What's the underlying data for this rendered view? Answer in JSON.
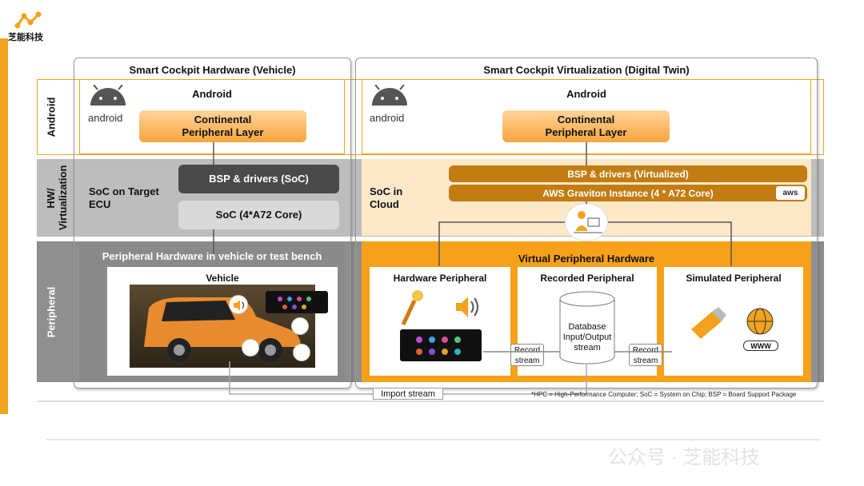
{
  "logo": {
    "text": "芝能科技",
    "icon": "molecule-logo-icon"
  },
  "rows": {
    "android": "Android",
    "hwvirt": "HW/ Virtualization",
    "peripheral": "Peripheral"
  },
  "left": {
    "title": "Smart Cockpit Hardware (Vehicle)",
    "android_title": "Android",
    "android_logo_text": "android",
    "peripheral_layer": "Continental Peripheral Layer",
    "soc_label": "SoC on Target ECU",
    "bsp": "BSP & drivers (SoC)",
    "soc": "SoC (4*A72 Core)",
    "periph_title": "Peripheral Hardware in vehicle or test bench",
    "vehicle_title": "Vehicle"
  },
  "right": {
    "title": "Smart Cockpit Virtualization (Digital Twin)",
    "android_title": "Android",
    "android_logo_text": "android",
    "peripheral_layer": "Continental Peripheral Layer",
    "soc_label": "SoC in Cloud",
    "bsp": "BSP & drivers (Virtualized)",
    "graviton": "AWS Graviton Instance (4 * A72 Core)",
    "aws": "aws",
    "vph_title": "Virtual Peripheral Hardware",
    "hw_periph": "Hardware Peripheral",
    "rec_periph": "Recorded Peripheral",
    "sim_periph": "Simulated Peripheral",
    "database": "Database Input/Output stream",
    "record_stream_1": "Record stream",
    "record_stream_2": "Record stream",
    "www": "WWW"
  },
  "import_stream": "Import stream",
  "footnote": "*HPC = High-Performance Computer; SoC = System on Chip; BSP = Board Support Package",
  "watermark": "公众号 · 芝能科技",
  "colors": {
    "accent": "#f3a21d",
    "bsp_dark": "#4a4a4a",
    "virt_brown": "#c27c12"
  }
}
